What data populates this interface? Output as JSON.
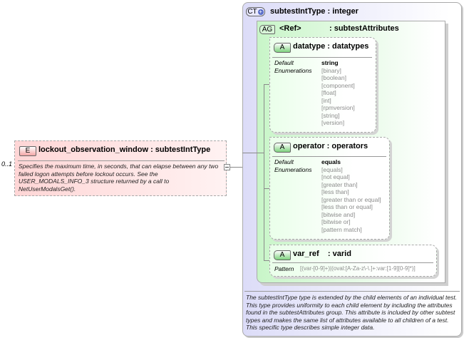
{
  "element": {
    "badge": "E",
    "title": "lockout_observation_window : subtestIntType",
    "cardinality": "0..1",
    "description": "Specifies the maximum time, in seconds, that can elapse between any two failed logon attempts before lockout occurs.  See the USER_MODALS_INFO_3 structure returned by a call to NetUserModalsGet()."
  },
  "complex_type": {
    "badge": "CT",
    "title": "subtestIntType : integer",
    "description": "The subtestIntType type is extended by the child elements of an individual test.  This type provides uniformity to each child element by including the attributes found in the subtestAttributes group.  This attribute is included by other subtest types and makes the same list of attributes available to all children of a test.  This specific type describes simple integer data."
  },
  "attribute_group": {
    "badge": "AG",
    "ref": "<Ref>",
    "title": ": subtestAttributes"
  },
  "attributes": [
    {
      "badge": "A",
      "title": "datatype : datatypes",
      "default_label": "Default",
      "enum_label": "Enumerations",
      "default": "string",
      "enumerations": [
        "[binary]",
        "[boolean]",
        "[component]",
        "[float]",
        "[int]",
        "[rpmversion]",
        "[string]",
        "[version]"
      ]
    },
    {
      "badge": "A",
      "title": "operator : operators",
      "default_label": "Default",
      "enum_label": "Enumerations",
      "default": "equals",
      "enumerations": [
        "[equals]",
        "[not equal]",
        "[greater than]",
        "[less than]",
        "[greater than or equal]",
        "[less than or equal]",
        "[bitwise and]",
        "[bitwise or]",
        "[pattern match]"
      ]
    },
    {
      "badge": "A",
      "title": "var_ref    : varid",
      "pattern_label": "Pattern",
      "pattern": "[(var-[0-9]+)|(oval:[A-Za-z\\-\\.]+:var:[1-9][0-9]*)]"
    }
  ]
}
